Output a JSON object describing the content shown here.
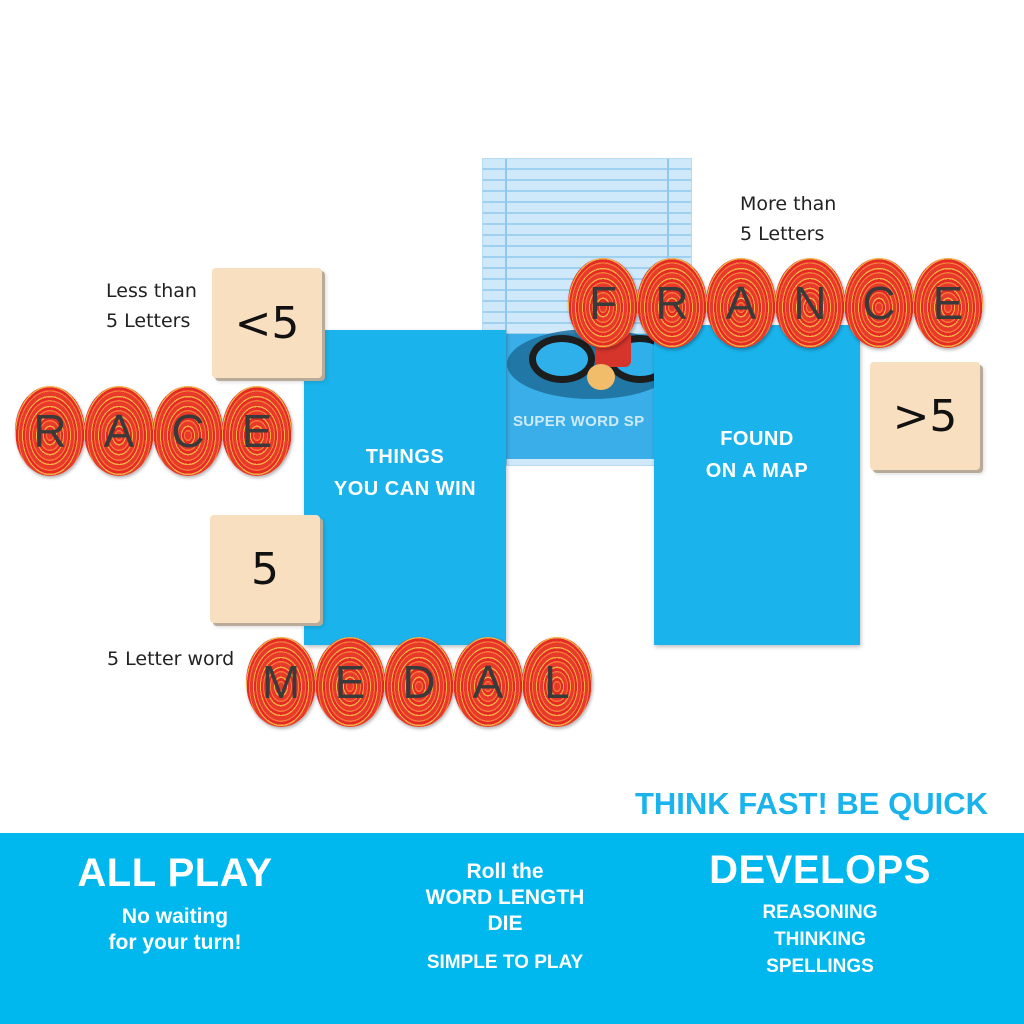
{
  "cards": {
    "back_title": "SUPER WORD SP",
    "left": "THINGS\nYOU CAN WIN",
    "right": "FOUND\nON A MAP"
  },
  "tiles": {
    "less": "<5",
    "more": ">5",
    "equal": "5"
  },
  "labels": {
    "less": "Less than\n5 Letters",
    "more": "More than\n5 Letters",
    "equal": "5 Letter word"
  },
  "words": {
    "race": [
      "R",
      "A",
      "C",
      "E"
    ],
    "france": [
      "F",
      "R",
      "A",
      "N",
      "C",
      "E"
    ],
    "medal": [
      "M",
      "E",
      "D",
      "A",
      "L"
    ]
  },
  "slogan": "THINK FAST! BE QUICK",
  "features": {
    "all_play": {
      "title": "ALL PLAY",
      "text": "No waiting\nfor your turn!"
    },
    "roll": {
      "text": "Roll the\nWORD LENGTH\nDIE",
      "note": "SIMPLE TO PLAY"
    },
    "develops": {
      "title": "DEVELOPS",
      "text": "REASONING\nTHINKING\nSPELLINGS"
    }
  },
  "colors": {
    "brand_blue": "#00b8ee",
    "card_blue": "#1ab3ec",
    "tile": "#f7dfbf",
    "token_red": "#e83a2b"
  }
}
